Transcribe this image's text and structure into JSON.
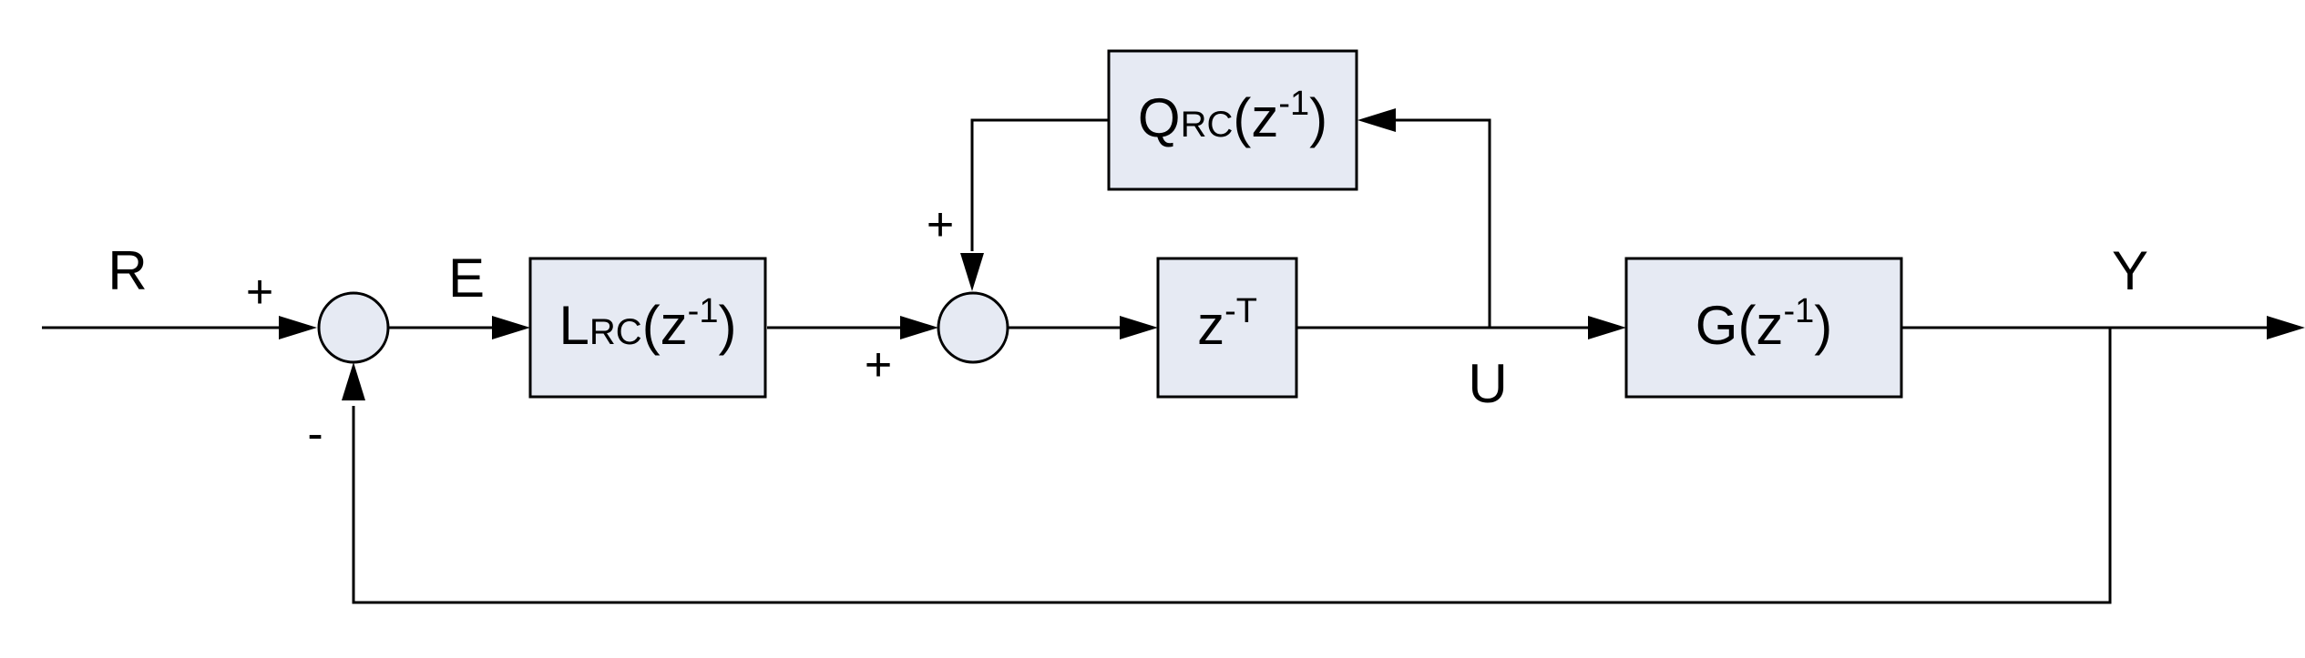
{
  "signals": {
    "r": "R",
    "e": "E",
    "u": "U",
    "y": "Y"
  },
  "signs": {
    "sum1_plus": "+",
    "sum1_minus": "-",
    "sum2_top": "+",
    "sum2_left": "+"
  },
  "blocks": {
    "lrc": {
      "main": "L",
      "sub": "RC",
      "open": "(z",
      "sup": "-1",
      "close": ")"
    },
    "qrc": {
      "main": "Q",
      "sub": "RC",
      "open": "(z",
      "sup": "-1",
      "close": ")"
    },
    "delay": {
      "main": "z",
      "sup": "-T"
    },
    "g": {
      "main": "G(z",
      "sup": "-1",
      "close": ")"
    }
  }
}
